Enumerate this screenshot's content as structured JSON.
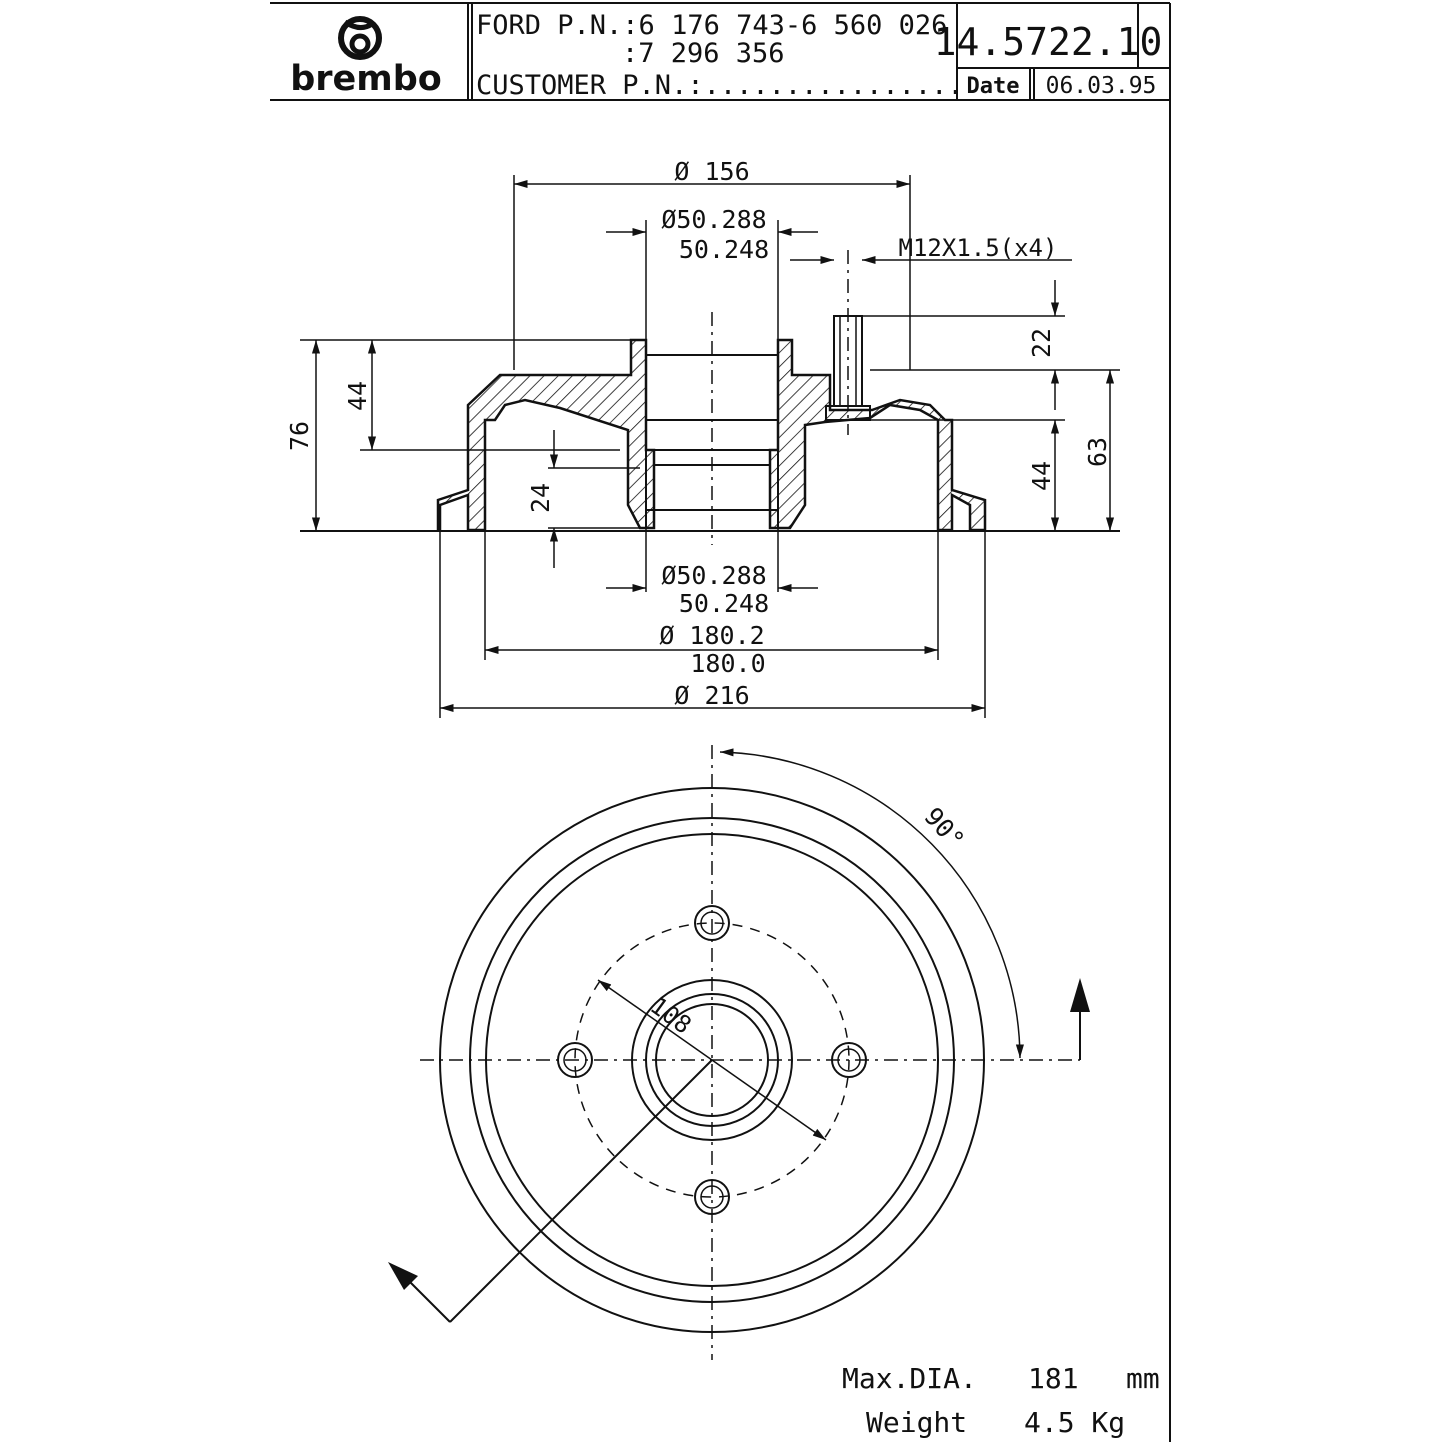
{
  "brand": {
    "name": "brembo"
  },
  "title_block": {
    "ford_pn_line1": "FORD P.N.:6 176 743-6 560 026",
    "ford_pn_line2": ":7 296 356",
    "customer_pn": "CUSTOMER P.N.:................",
    "part_number": "14.5722.10",
    "date_label": "Date",
    "date_value": "06.03.95"
  },
  "section_view": {
    "dim_outer_top": "Ø 156",
    "dim_bore_top_1": "Ø50.288",
    "dim_bore_top_2": "50.248",
    "dim_thread": "M12X1.5(x4)",
    "dim_22": "22",
    "dim_44_left": "44",
    "dim_76": "76",
    "dim_24": "24",
    "dim_44_right": "44",
    "dim_63": "63",
    "dim_bore_bot_1": "Ø50.288",
    "dim_bore_bot_2": "50.248",
    "dim_drum_1": "Ø 180.2",
    "dim_drum_2": "180.0",
    "dim_216": "Ø 216"
  },
  "plan_view": {
    "dim_angle": "90°",
    "dim_pcd": "108"
  },
  "specs": {
    "max_dia_label": "Max.DIA.",
    "max_dia_value": "181",
    "max_dia_unit": "mm",
    "weight_label": "Weight",
    "weight_value": "4.5 Kg"
  }
}
